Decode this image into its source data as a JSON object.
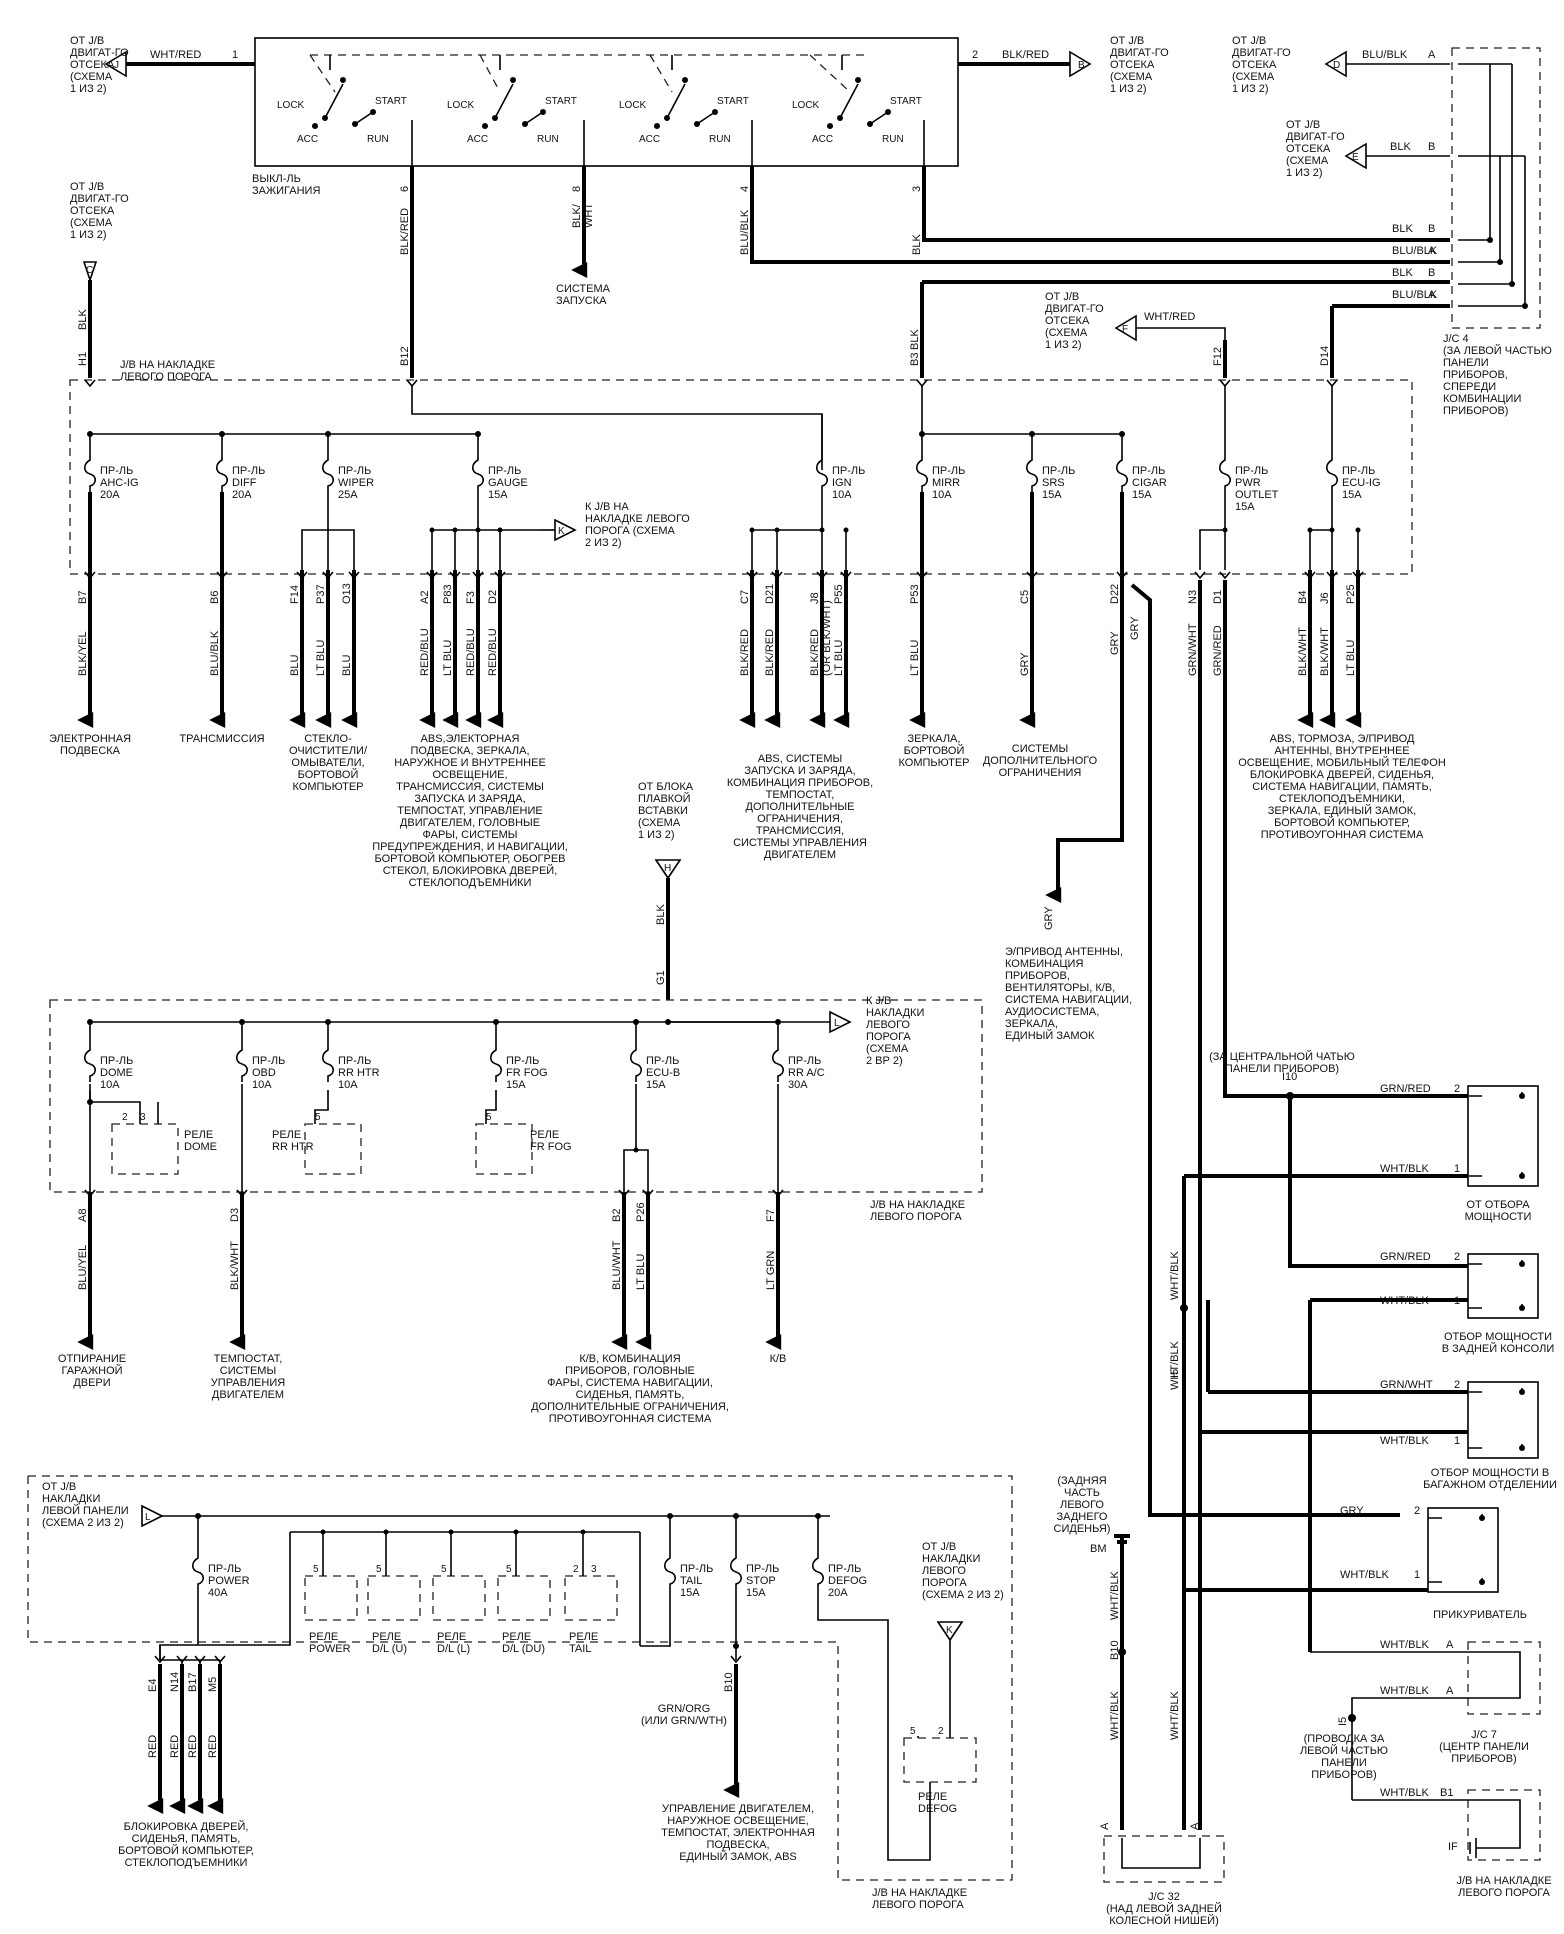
{
  "ignition_switch": {
    "label": "ВЫКЛ-ЛЬ\nЗАЖИГАНИЯ",
    "positions": [
      "LOCK",
      "ACC",
      "RUN",
      "START"
    ]
  },
  "sources": {
    "j_left": {
      "text": "ОТ J/B\nДВИГАТ-ГО\nОТСЕКА\n(СХЕМА\n1 ИЗ 2)",
      "letter": "J",
      "wire": "WHT/RED",
      "pin": "1"
    },
    "b_top": {
      "text": "ОТ J/B\nДВИГАТ-ГО\nОТСЕКА\n(СХЕМА\n1 ИЗ 2)",
      "letter": "B",
      "wire": "BLK/RED",
      "pin": "2"
    },
    "d_top": {
      "text": "ОТ J/B\nДВИГАТ-ГО\nОТСЕКА\n(СХЕМА\n1 ИЗ 2)",
      "letter": "D",
      "wire": "BLU/BLK",
      "pin": "A"
    },
    "e_top": {
      "text": "ОТ J/B\nДВИГАТ-ГО\nОТСЕКА\n(СХЕМА\n1 ИЗ 2)",
      "letter": "E",
      "wire": "BLK",
      "pin": "B"
    },
    "c_left": {
      "text": "ОТ J/B\nДВИГАТ-ГО\nОТСЕКА\n(СХЕМА\n1 ИЗ 2)",
      "letter": "C",
      "wire": "BLK"
    },
    "f_mid": {
      "text": "ОТ J/B\nДВИГАТ-ГО\nОТСЕКА\n(СХЕМА\n1 ИЗ 2)",
      "letter": "F",
      "wire": "WHT/RED"
    },
    "h_fuse": {
      "text": "ОТ БЛОКА\nПЛАВКОЙ\nВСТАВКИ\n(СХЕМА\n1 ИЗ 2)",
      "letter": "H",
      "wire": "BLK",
      "pin": "G1"
    }
  },
  "starter": {
    "pin": "8",
    "wire": "BLK/\nWHT",
    "label": "СИСТЕМА\nЗАПУСКА"
  },
  "ign_pins": [
    {
      "pin": "6",
      "wire": "BLK/RED"
    },
    {
      "pin": "4",
      "wire": "BLU/BLK"
    },
    {
      "pin": "3",
      "wire": "BLK"
    }
  ],
  "jc4": {
    "label": "J/C 4\n(ЗА ЛЕВОЙ ЧАСТЬЮ\nПАНЕЛИ\nПРИБОРОВ,\nСПЕРЕДИ\nКОМБИНАЦИИ\nПРИБОРОВ)",
    "rows": [
      {
        "wire": "BLK",
        "pin": "B"
      },
      {
        "wire": "BLU/BLK",
        "pin": "A"
      },
      {
        "wire": "BLK",
        "pin": "B"
      },
      {
        "wire": "BLU/BLK",
        "pin": "A"
      }
    ]
  },
  "jb1": {
    "title": "J/B НА НАКЛАДКЕ\nЛЕВОГО ПОРОГА",
    "in_pins": {
      "h1": "H1",
      "b12": "B12",
      "b3": "B3",
      "f12": "F12",
      "d14": "D14"
    },
    "in_wires": {
      "b3": "BLK"
    },
    "k_ref": {
      "letter": "K",
      "text": "К J/B НА\nНАКЛАДКЕ ЛЕВОГО\nПОРОГА (СХЕМА\n2 ИЗ 2)"
    },
    "fuses": [
      {
        "name": "ПР-ЛЬ\nAHC-IG\n20A"
      },
      {
        "name": "ПР-ЛЬ\nDIFF\n20A"
      },
      {
        "name": "ПР-ЛЬ\nWIPER\n25A"
      },
      {
        "name": "ПР-ЛЬ\nGAUGE\n15A"
      },
      {
        "name": "ПР-ЛЬ\nIGN\n10A"
      },
      {
        "name": "ПР-ЛЬ\nMIRR\n10A"
      },
      {
        "name": "ПР-ЛЬ\nSRS\n15A"
      },
      {
        "name": "ПР-ЛЬ\nCIGAR\n15A"
      },
      {
        "name": "ПР-ЛЬ\nPWR\nOUTLET\n15A"
      },
      {
        "name": "ПР-ЛЬ\nECU-IG\n15A"
      }
    ],
    "outputs": [
      {
        "pin": "B7",
        "wire": "BLK/YEL",
        "dest": "ЭЛЕКТРОННАЯ\nПОДВЕСКА"
      },
      {
        "pin": "B6",
        "wire": "BLU/BLK",
        "dest": "ТРАНСМИССИЯ"
      },
      {
        "pins": [
          "F14",
          "P37",
          "O13"
        ],
        "wires": [
          "BLU",
          "LT BLU",
          "BLU"
        ],
        "dest": "СТЕКЛО-\nОЧИСТИТЕЛИ/\nОМЫВАТЕЛИ,\nБОРТОВОЙ\nКОМПЬЮТЕР"
      },
      {
        "pins": [
          "A2",
          "P83",
          "F3",
          "D2"
        ],
        "wires": [
          "RED/BLU",
          "LT BLU",
          "RED/BLU",
          "RED/BLU"
        ],
        "dest": "ABS,ЭЛЕКТОРНАЯ\nПОДВЕСКА, ЗЕРКАЛА,\nНАРУЖНОЕ И ВНУТРЕННЕЕ\nОСВЕЩЕНИЕ,\nТРАНСМИССИЯ, СИСТЕМЫ\nЗАПУСКА И ЗАРЯДА,\nТЕМПОСТАТ, УПРАВЛЕНИЕ\nДВИГАТЕЛЕМ, ГОЛОВНЫЕ\nФАРЫ, СИСТЕМЫ\nПРЕДУПРЕЖДЕНИЯ, И НАВИГАЦИИ,\nБОРТОВОЙ КОМПЬЮТЕР, ОБОГРЕВ\nСТЕКОЛ, БЛОКИРОВКА ДВЕРЕЙ,\nСТЕКЛОПОДЪЕМНИКИ"
      },
      {
        "pins": [
          "C7",
          "D21",
          "J8",
          "P55"
        ],
        "wires": [
          "BLK/RED",
          "BLK/RED",
          "BLK/RED\n(OR BLK/WHT)",
          "LT BLU"
        ],
        "dest": "ABS, СИСТЕМЫ\nЗАПУСКА И ЗАРЯДА,\nКОМБИНАЦИЯ ПРИБОРОВ,\nТЕМПОСТАТ,\nДОПОЛНИТЕЛЬНЫЕ\nОГРАНИЧЕНИЯ,\nТРАНСМИССИЯ,\nСИСТЕМЫ УПРАВЛЕНИЯ\nДВИГАТЕЛЕМ"
      },
      {
        "pin": "P53",
        "wire": "LT BLU",
        "dest": "ЗЕРКАЛА,\nБОРТОВОЙ\nКОМПЬЮТЕР"
      },
      {
        "pin": "C5",
        "wire": "GRY",
        "dest": "СИСТЕМЫ\nДОПОЛНИТЕЛЬНОГО\nОГРАНИЧЕНИЯ"
      },
      {
        "pin": "D22",
        "wires": [
          "GRY",
          "GRY"
        ]
      },
      {
        "pins": [
          "N3",
          "D1"
        ],
        "wires": [
          "GRN/WHT",
          "GRN/RED"
        ]
      },
      {
        "pins": [
          "B4",
          "J6",
          "P25"
        ],
        "wires": [
          "BLK/WHT",
          "BLK/WHT",
          "LT BLU"
        ],
        "dest": "ABS, ТОРМОЗА, Э/ПРИВОД\nАНТЕННЫ, ВНУТРЕННЕЕ\nОСВЕЩЕНИЕ, МОБИЛЬНЫЙ ТЕЛЕФОН\nБЛОКИРОВКА ДВЕРЕЙ, СИДЕНЬЯ,\nСИСТЕМА НАВИГАЦИИ, ПАМЯТЬ,\nСТЕКЛОПОДЪЕМНИКИ,\nЗЕРКАЛА, ЕДИНЫЙ ЗАМОК,\nБОРТОВОЙ КОМПЬЮТЕР,\nПРОТИВОУГОННАЯ СИСТЕМА"
      }
    ],
    "gry_dest": {
      "wire": "GRY",
      "text": "Э/ПРИВОД АНТЕННЫ,\nКОМБИНАЦИЯ\nПРИБОРОВ,\nВЕНТИЛЯТОРЫ, К/В,\nСИСТЕМА НАВИГАЦИИ,\nАУДИОСИСТЕМА,\nЗЕРКАЛА,\nЕДИНЫЙ ЗАМОК"
    }
  },
  "jb2": {
    "title": "J/B НА НАКЛАДКЕ\nЛЕВОГО ПОРОГА",
    "l_ref": {
      "letter": "L",
      "text": "К J/B\nНАКЛАДКИ\nЛЕВОГО\nПОРОГА\n(СХЕМА\n2 ВР 2)"
    },
    "fuses": [
      {
        "name": "ПР-ЛЬ\nDOME\n10A"
      },
      {
        "name": "ПР-ЛЬ\nOBD\n10A"
      },
      {
        "name": "ПР-ЛЬ\nRR HTR\n10A"
      },
      {
        "name": "ПР-ЛЬ\nFR FOG\n15A"
      },
      {
        "name": "ПР-ЛЬ\nECU-B\n15A"
      },
      {
        "name": "ПР-ЛЬ\nRR A/C\n30A"
      }
    ],
    "relays": [
      {
        "name": "РЕЛЕ\nDOME",
        "pins": [
          "2",
          "3"
        ]
      },
      {
        "name": "РЕЛЕ\nRR HTR",
        "pins": [
          "5"
        ]
      },
      {
        "name": "РЕЛЕ\nFR FOG",
        "pins": [
          "5"
        ]
      }
    ],
    "outputs": [
      {
        "pin": "A8",
        "wire": "BLU/YEL",
        "dest": "ОТПИРАНИЕ\nГАРАЖНОЙ\nДВЕРИ"
      },
      {
        "pin": "D3",
        "wire": "BLK/WHT",
        "dest": "ТЕМПОСТАТ,\nСИСТЕМЫ\nУПРАВЛЕНИЯ\nДВИГАТЕЛЕМ"
      },
      {
        "pins": [
          "B2",
          "P26"
        ],
        "wires": [
          "BLU/WHT",
          "LT BLU"
        ],
        "dest": "К/В, КОМБИНАЦИЯ\nПРИБОРОВ, ГОЛОВНЫЕ\nФАРЫ, СИСТЕМА НАВИГАЦИИ,\nСИДЕНЬЯ, ПАМЯТЬ,\nДОПОЛНИТЕЛЬНЫЕ ОГРАНИЧЕНИЯ,\nПРОТИВОУГОННАЯ СИСТЕМА"
      },
      {
        "pin": "F7",
        "wire": "LT GRN",
        "dest": "К/В"
      }
    ]
  },
  "jb3": {
    "title": "J/B НА НАКЛАДКЕ\nЛЕВОГО ПОРОГА",
    "l_src": {
      "letter": "L",
      "text": "ОТ J/B\nНАКЛАДКИ\nЛЕВОЙ ПАНЕЛИ\n(СХЕМА 2 ИЗ 2)"
    },
    "k_src": {
      "letter": "K",
      "text": "ОТ J/B\nНАКЛАДКИ\nЛЕВОГО\nПОРОГА\n(СХЕМА 2 ИЗ 2)"
    },
    "fuses": [
      {
        "name": "ПР-ЛЬ\nPOWER\n40A"
      },
      {
        "name": "ПР-ЛЬ\nTAIL\n15A"
      },
      {
        "name": "ПР-ЛЬ\nSTOP\n15A"
      },
      {
        "name": "ПР-ЛЬ\nDEFOG\n20A"
      }
    ],
    "relays": [
      {
        "name": "РЕЛЕ\nPOWER",
        "pins": [
          "5"
        ]
      },
      {
        "name": "РЕЛЕ\nD/L (U)",
        "pins": [
          "5"
        ]
      },
      {
        "name": "РЕЛЕ\nD/L (L)",
        "pins": [
          "5"
        ]
      },
      {
        "name": "РЕЛЕ\nD/L (DU)",
        "pins": [
          "5"
        ]
      },
      {
        "name": "РЕЛЕ\nTAIL",
        "pins": [
          "2",
          "3"
        ]
      },
      {
        "name": "РЕЛЕ\nDEFOG",
        "pins": [
          "5",
          "2"
        ]
      }
    ],
    "outputs": [
      {
        "pins": [
          "E4",
          "N14",
          "B17",
          "M5"
        ],
        "wires": [
          "RED",
          "RED",
          "RED",
          "RED"
        ],
        "dest": "БЛОКИРОВКА ДВЕРЕЙ,\nСИДЕНЬЯ, ПАМЯТЬ,\nБОРТОВОЙ КОМПЬЮТЕР,\nСТЕКЛОПОДЪЕМНИКИ"
      },
      {
        "pin": "B10",
        "wire": "GRN/ORG\n(ИЛИ GRN/WTH)",
        "dest": "УПРАВЛЕНИЕ ДВИГАТЕЛЕМ,\nНАРУЖНОЕ ОСВЕЩЕНИЕ,\nТЕМПОСТАТ, ЭЛЕКТРОННАЯ\nПОДВЕСКА,\nЕДИНЫЙ ЗАМОК,  ABS"
      }
    ]
  },
  "right_side": {
    "center_panel_note": "(ЗА ЦЕНТРАЛЬНОЙ ЧАТЬЮ\nПАНЕЛИ ПРИБОРОВ)",
    "i10": "I10",
    "i5a": "I5",
    "i5b": "I5",
    "wht_blk_v1": "WHT/BLK",
    "wht_blk_v2": "WHT/BLK",
    "pwr1": {
      "label": "ОТ ОТБОРА\nМОЩНОСТИ",
      "rows": [
        {
          "wire": "GRN/RED",
          "pin": "2"
        },
        {
          "wire": "WHT/BLK",
          "pin": "1"
        }
      ]
    },
    "pwr2": {
      "label": "ОТБОР МОЩНОСТИ\nВ ЗАДНЕЙ КОНСОЛИ",
      "rows": [
        {
          "wire": "GRN/RED",
          "pin": "2"
        },
        {
          "wire": "WHT/BLK",
          "pin": "1"
        }
      ]
    },
    "pwr3": {
      "label": "ОТБОР МОЩНОСТИ В\nБАГАЖНОМ ОТДЕЛЕНИИ",
      "rows": [
        {
          "wire": "GRN/WHT",
          "pin": "2"
        },
        {
          "wire": "WHT/BLK",
          "pin": "1"
        }
      ]
    },
    "cigar": {
      "label": "ПРИКУРИВАТЕЛЬ",
      "rows": [
        {
          "wire": "GRY",
          "pin": "2"
        },
        {
          "wire": "WHT/BLK",
          "pin": "1"
        }
      ]
    },
    "jc7": {
      "label": "J/C 7\n(ЦЕНТР ПАНЕЛИ\nПРИБОРОВ)",
      "rows": [
        {
          "wire": "WHT/BLK",
          "pin": "A"
        },
        {
          "wire": "WHT/BLK",
          "pin": "A"
        }
      ]
    },
    "harness_note": "(ПРОВОДКА ЗА\nЛЕВОЙ ЧАСТЬЮ\nПАНЕЛИ\nПРИБОРОВ)",
    "jb_if": {
      "label": "J/B НА НАКЛАДКЕ\nЛЕВОГО ПОРОГА",
      "wire": "WHT/BLK",
      "pin": "B1",
      "ground": "IF"
    },
    "ground_note": "(ЗАДНЯЯ\nЧАСТЬ\nЛЕВОГО\nЗАДНЕГО\nСИДЕНЬЯ)",
    "bm": "BM",
    "b10": "B10",
    "v_wire1": "WHT/BLK",
    "v_wire2": "WHT/BLK",
    "v_wire3": "WHT/BLK",
    "jc32": {
      "label": "J/C 32\n(НАД ЛЕВОЙ ЗАДНЕЙ\nКОЛЕСНОЙ НИШЕЙ)",
      "pins": [
        "A",
        "A"
      ]
    }
  }
}
